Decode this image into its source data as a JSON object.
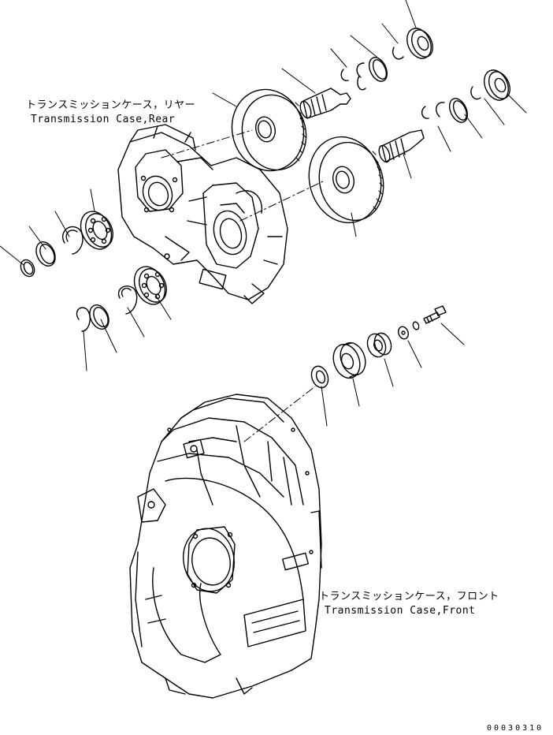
{
  "labels": {
    "rear_case_jp": "トランスミッションケース，リヤー",
    "rear_case_en": "Transmission Case,Rear",
    "front_case_jp": "トランスミッションケース，フロント",
    "front_case_en": "Transmission Case,Front"
  },
  "reference_code": "00030310"
}
